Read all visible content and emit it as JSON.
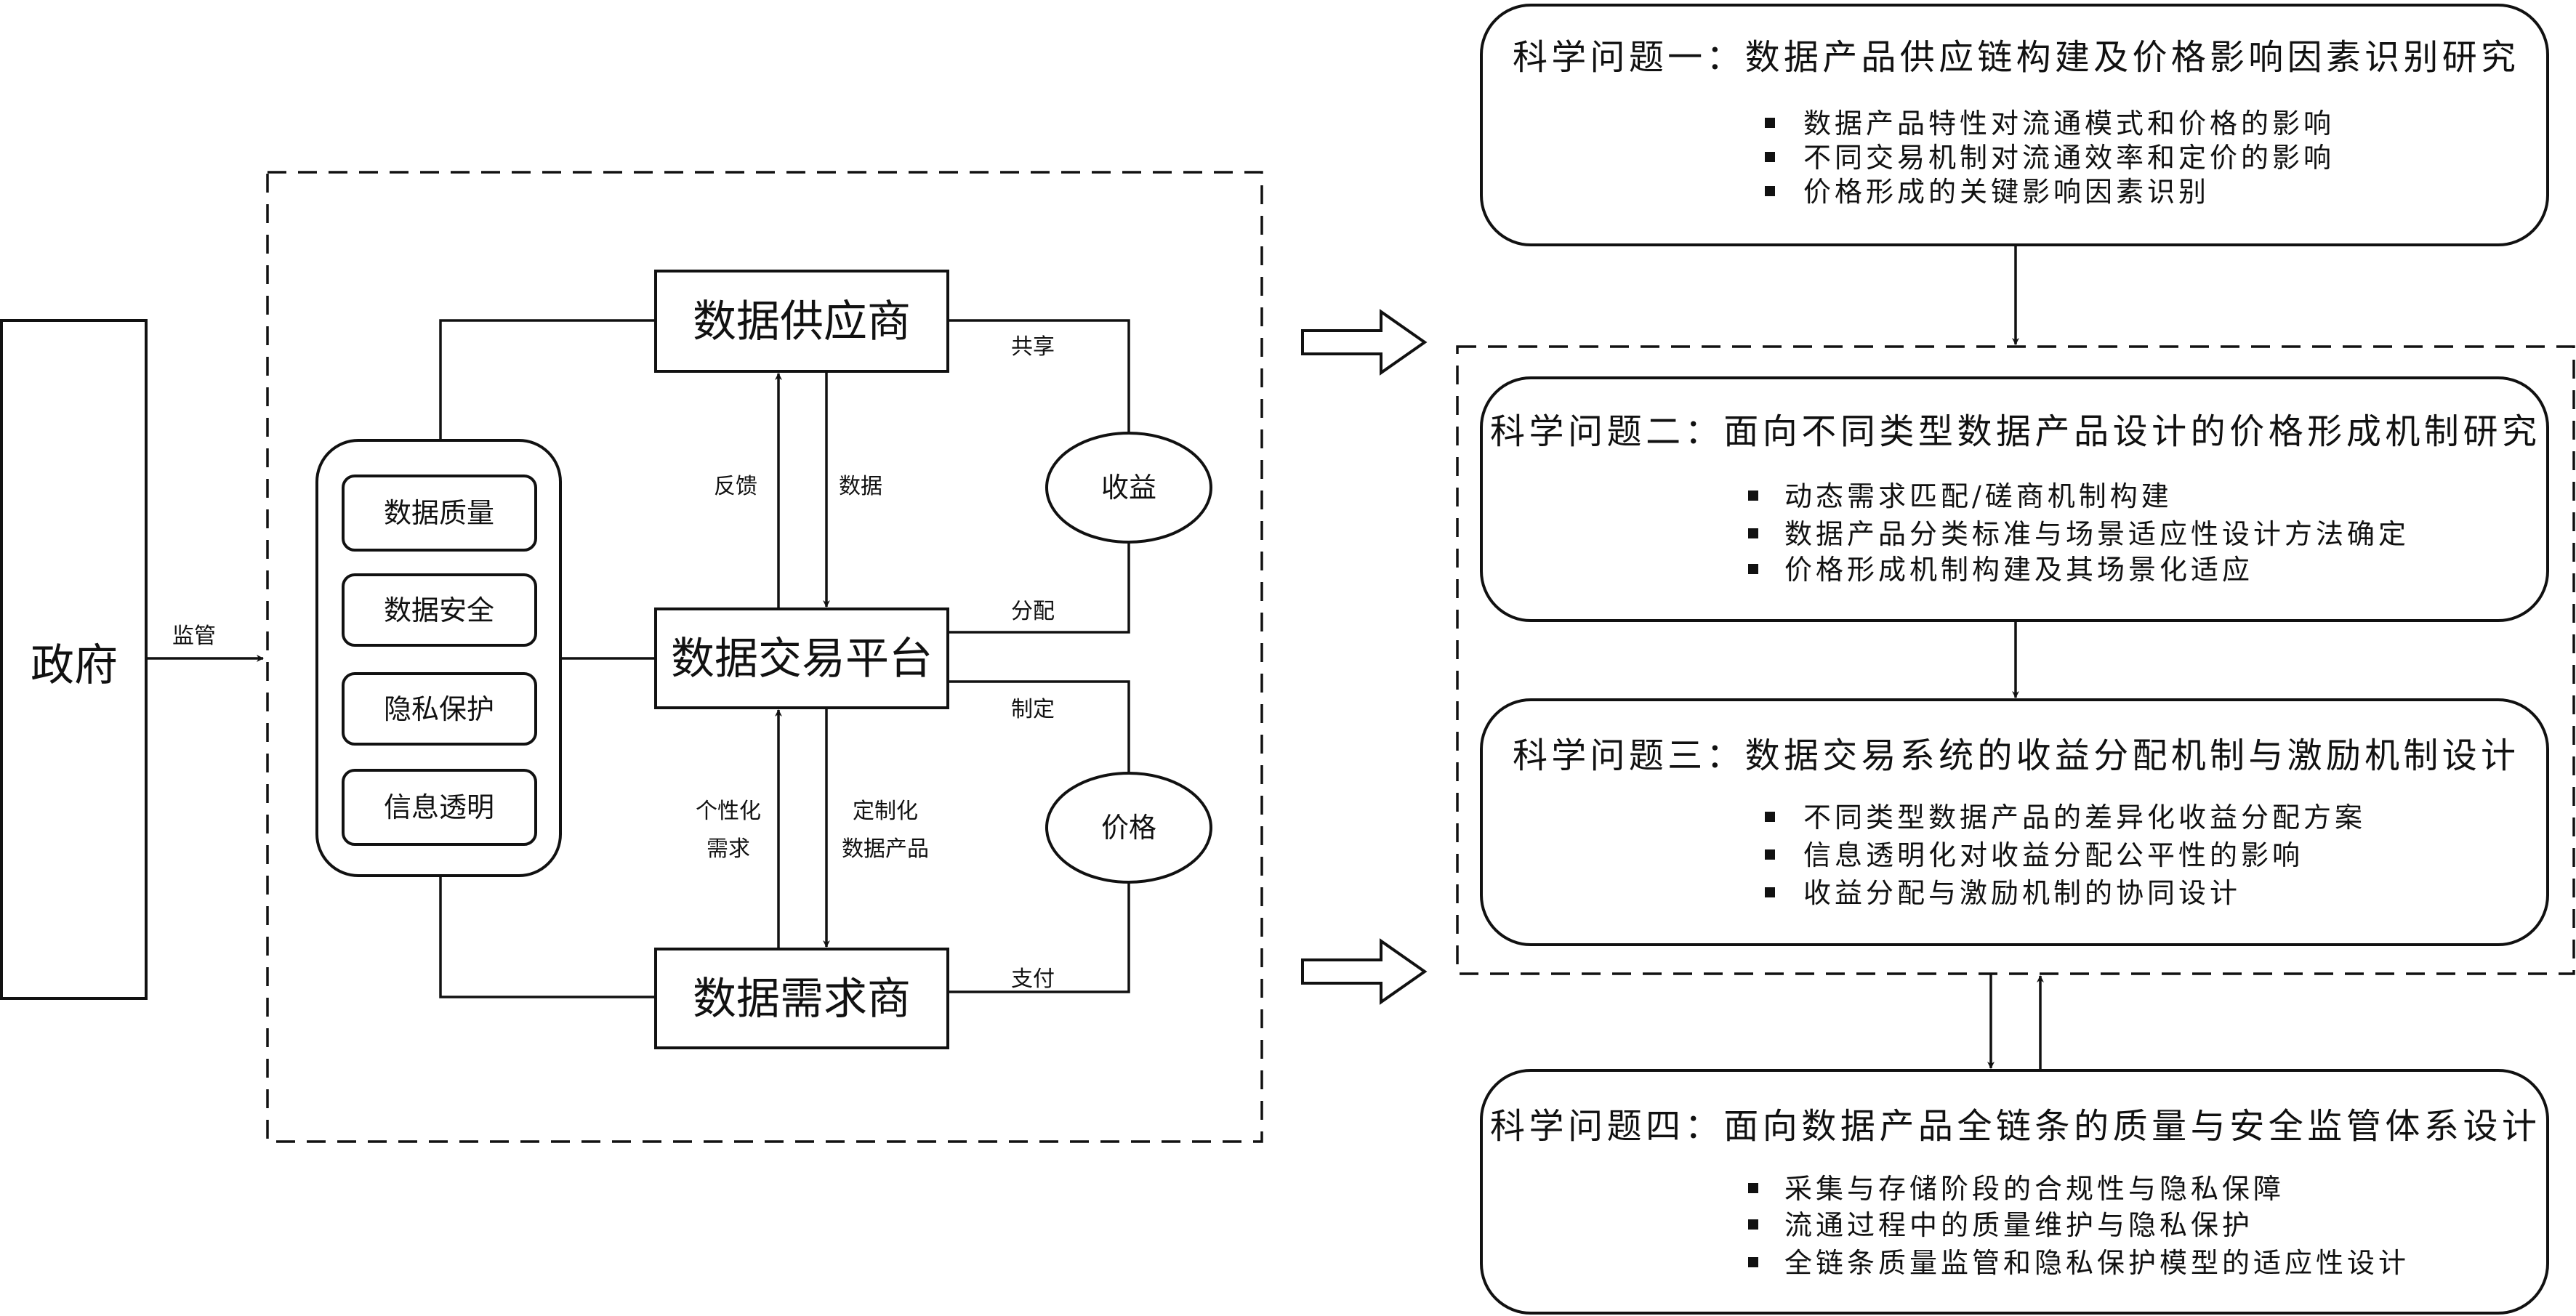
{
  "left": {
    "government": "政府",
    "supervise_label": "监管",
    "factors": [
      "数据质量",
      "数据安全",
      "隐私保护",
      "信息透明"
    ],
    "supplier": "数据供应商",
    "platform": "数据交易平台",
    "demander": "数据需求商",
    "feedback_label": "反馈",
    "data_label": "数据",
    "personalized_label": [
      "个性化",
      "需求"
    ],
    "customized_label": [
      "定制化",
      "数据产品"
    ],
    "revenue": "收益",
    "price": "价格",
    "share_label": "共享",
    "distribute_label": "分配",
    "set_label": "制定",
    "pay_label": "支付"
  },
  "questions": [
    {
      "title": "科学问题一：数据产品供应链构建及价格影响因素识别研究",
      "bullets": [
        "数据产品特性对流通模式和价格的影响",
        "不同交易机制对流通效率和定价的影响",
        "价格形成的关键影响因素识别"
      ]
    },
    {
      "title": "科学问题二：面向不同类型数据产品设计的价格形成机制研究",
      "bullets": [
        "动态需求匹配/磋商机制构建",
        "数据产品分类标准与场景适应性设计方法确定",
        "价格形成机制构建及其场景化适应"
      ]
    },
    {
      "title": "科学问题三：数据交易系统的收益分配机制与激励机制设计",
      "bullets": [
        "不同类型数据产品的差异化收益分配方案",
        "信息透明化对收益分配公平性的影响",
        "收益分配与激励机制的协同设计"
      ]
    },
    {
      "title": "科学问题四：面向数据产品全链条的质量与安全监管体系设计",
      "bullets": [
        "采集与存储阶段的合规性与隐私保障",
        "流通过程中的质量维护与隐私保护",
        "全链条质量监管和隐私保护模型的适应性设计"
      ]
    }
  ]
}
